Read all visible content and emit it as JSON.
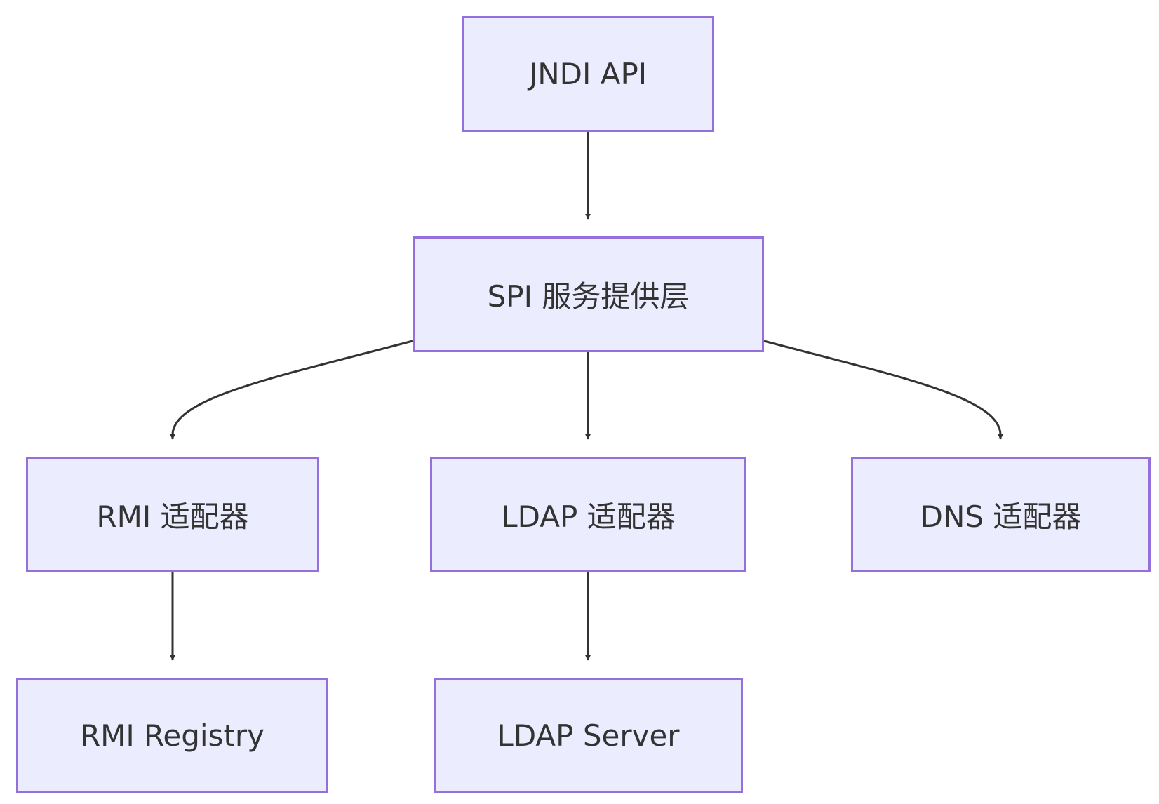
{
  "diagram": {
    "type": "flowchart",
    "direction": "top-down",
    "colors": {
      "node_fill": "#ECECFF",
      "node_border": "#9370DB",
      "edge": "#333333",
      "text": "#333333"
    },
    "nodes": {
      "jndi_api": "JNDI API",
      "spi_layer": "SPI 服务提供层",
      "rmi_adapter": "RMI 适配器",
      "ldap_adapter": "LDAP 适配器",
      "dns_adapter": "DNS 适配器",
      "rmi_registry": "RMI Registry",
      "ldap_server": "LDAP Server"
    },
    "edges": [
      {
        "from": "jndi_api",
        "to": "spi_layer"
      },
      {
        "from": "spi_layer",
        "to": "rmi_adapter"
      },
      {
        "from": "spi_layer",
        "to": "ldap_adapter"
      },
      {
        "from": "spi_layer",
        "to": "dns_adapter"
      },
      {
        "from": "rmi_adapter",
        "to": "rmi_registry"
      },
      {
        "from": "ldap_adapter",
        "to": "ldap_server"
      }
    ]
  }
}
